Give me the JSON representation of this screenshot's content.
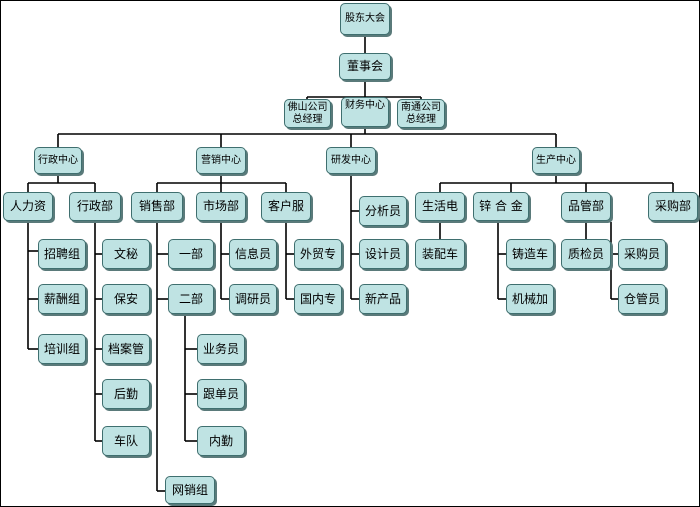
{
  "org": {
    "shareholders": "股东大会",
    "board": "董事会",
    "foshan": "佛山公司\n总经理",
    "finance": "财务中心",
    "nantong": "南通公司\n总经理",
    "admin_center": "行政中心",
    "sales_center": "营销中心",
    "rd_center": "研发中心",
    "prod_center": "生产中心",
    "hr": "人力资",
    "admin_dept": "行政部",
    "sales_dept": "销售部",
    "market_dept": "市场部",
    "customer_service": "客户服",
    "life_elec": "生活电",
    "zinc": "锌 合 金",
    "qc_dept": "品管部",
    "purchase_dept": "采购部",
    "recruit": "招聘组",
    "salary": "薪酬组",
    "training": "培训组",
    "secretary": "文秘",
    "security": "保安",
    "archive": "档案管",
    "logistics": "后勤",
    "fleet": "车队",
    "dept1": "一部",
    "dept2": "二部",
    "salesman": "业务员",
    "follower": "跟单员",
    "internal": "内勤",
    "online": "网销组",
    "info": "信息员",
    "survey": "调研员",
    "foreign_trade": "外贸专",
    "domestic": "国内专",
    "analyst": "分析员",
    "designer": "设计员",
    "new_product": "新产品",
    "assembly": "装配车",
    "casting": "铸造车",
    "machining": "机械加",
    "inspector": "质检员",
    "purchaser": "采购员",
    "warehouse": "仓管员"
  }
}
